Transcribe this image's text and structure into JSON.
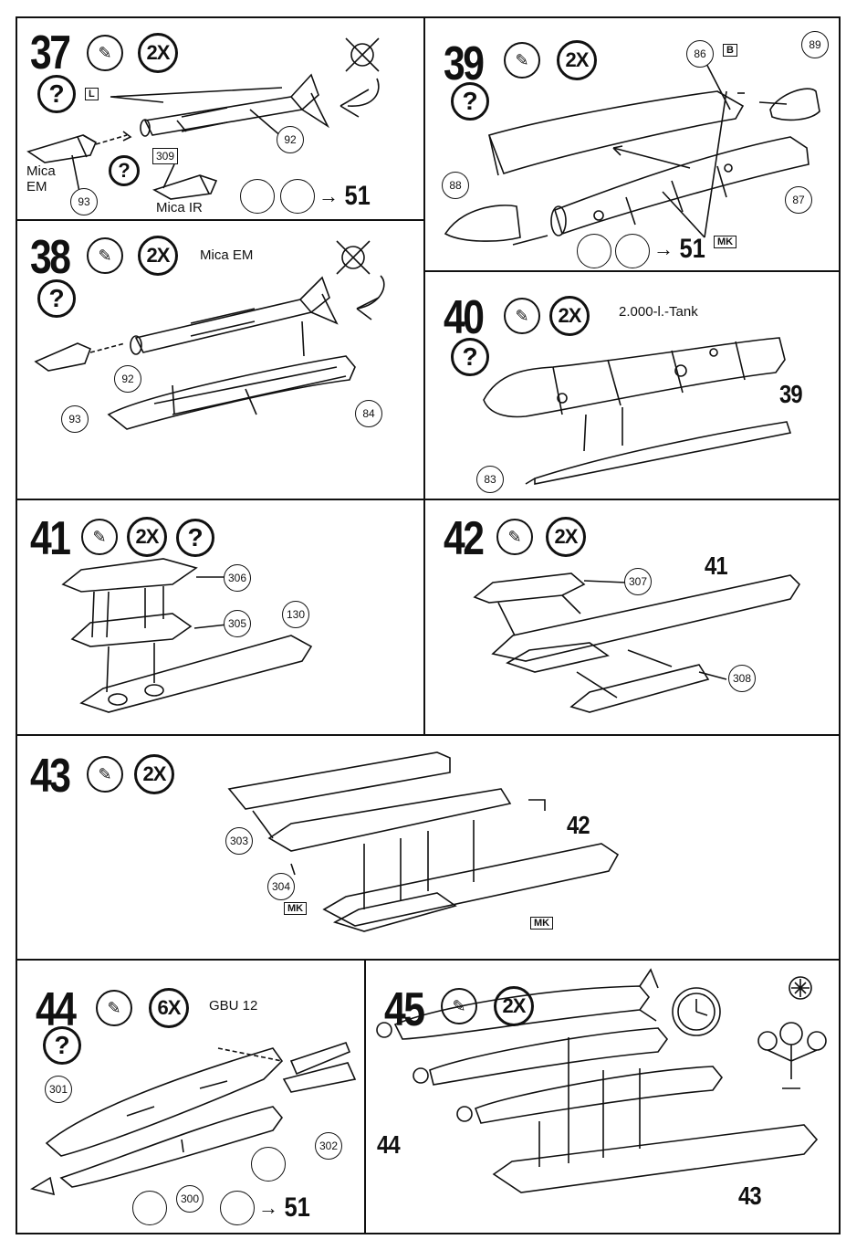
{
  "steps": {
    "s37": {
      "number": "37",
      "qty": "2X",
      "help": "?",
      "parts": [
        "92",
        "93"
      ],
      "label_mica_em": "Mica\nEM",
      "label_mica_ir": "Mica IR",
      "box_part": "309",
      "decal": "L",
      "next": "51"
    },
    "s38": {
      "number": "38",
      "qty": "2X",
      "help": "?",
      "title": "Mica EM",
      "parts": [
        "92",
        "93",
        "84"
      ]
    },
    "s39": {
      "number": "39",
      "qty": "2X",
      "help": "?",
      "parts": [
        "86",
        "89",
        "88",
        "87"
      ],
      "decal_top": "B",
      "decal_bottom": "MK",
      "next": "51"
    },
    "s40": {
      "number": "40",
      "qty": "2X",
      "help": "?",
      "title": "2.000-l.-Tank",
      "ref": "39",
      "parts": [
        "83"
      ]
    },
    "s41": {
      "number": "41",
      "qty": "2X",
      "help": "?",
      "parts": [
        "306",
        "305",
        "130"
      ]
    },
    "s42": {
      "number": "42",
      "qty": "2X",
      "ref": "41",
      "parts": [
        "307",
        "308"
      ]
    },
    "s43": {
      "number": "43",
      "qty": "2X",
      "ref": "42",
      "parts": [
        "303",
        "304"
      ],
      "decal": "MK"
    },
    "s44": {
      "number": "44",
      "qty": "6X",
      "help": "?",
      "title": "GBU 12",
      "parts": [
        "301",
        "302",
        "300"
      ],
      "next": "51"
    },
    "s45": {
      "number": "45",
      "qty": "2X",
      "ref_a": "44",
      "ref_b": "43"
    }
  },
  "colors": {
    "ink": "#111111",
    "paper": "#ffffff"
  },
  "icons": [
    "glue-tube-icon",
    "question-icon",
    "no-glue-icon",
    "paint-brush-icon",
    "decal-water-icon",
    "clock-icon",
    "asterisk-icon"
  ]
}
